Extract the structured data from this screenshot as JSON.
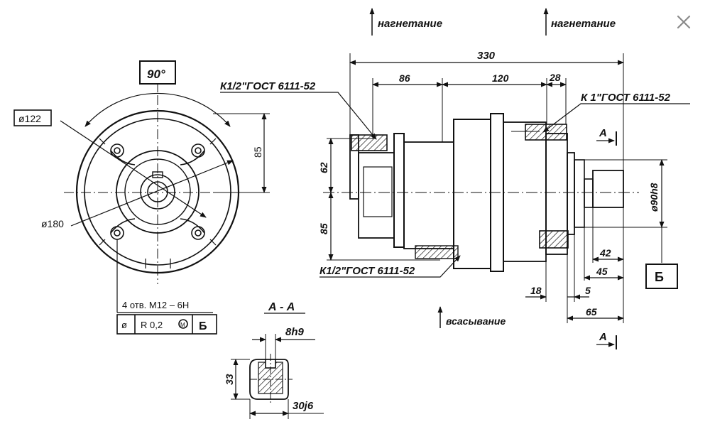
{
  "window": {
    "close_label": "×"
  },
  "colors": {
    "line": "#111111",
    "close": "#8a8a8a",
    "hatch": "#111111"
  },
  "labels": {
    "discharge_1": "нагнетание",
    "discharge_2": "нагнетание",
    "suction": "всасывание",
    "angle": "90°",
    "dia_122": "ø122",
    "dia_180": "ø180",
    "height_85_left": "85",
    "holes": "4 отв. М12 – 6Н",
    "frame_symbol": "ø",
    "frame_tolerance": "R 0,2",
    "frame_modifier": "M",
    "frame_datum": "Б",
    "datum_b": "Б",
    "thread_top": "К1/2\"ГОСТ 6111-52",
    "thread_bottom": "К1/2\"ГОСТ 6111-52",
    "thread_right": "К 1\"ГОСТ 6111-52",
    "len_330": "330",
    "len_86": "86",
    "len_120": "120",
    "len_28": "28",
    "len_62": "62",
    "len_85": "85",
    "dia_90h8": "ø90h8",
    "len_42": "42",
    "len_45": "45",
    "len_18": "18",
    "len_5": "5",
    "len_65": "65",
    "section_mark_top": "А",
    "section_mark_bottom": "А",
    "section_title": "А - А",
    "key_8h9": "8h9",
    "key_33": "33",
    "key_30j6": "30j6"
  }
}
